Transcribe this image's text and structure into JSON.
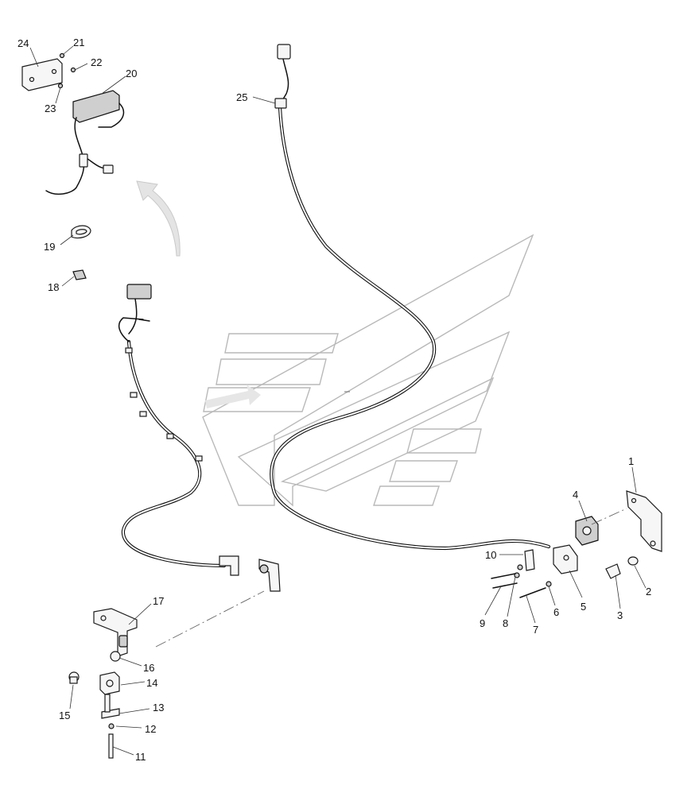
{
  "callouts": [
    {
      "id": "1",
      "label": "1"
    },
    {
      "id": "2",
      "label": "2"
    },
    {
      "id": "3",
      "label": "3"
    },
    {
      "id": "4",
      "label": "4"
    },
    {
      "id": "5",
      "label": "5"
    },
    {
      "id": "6",
      "label": "6"
    },
    {
      "id": "7",
      "label": "7"
    },
    {
      "id": "8",
      "label": "8"
    },
    {
      "id": "9",
      "label": "9"
    },
    {
      "id": "10",
      "label": "10"
    },
    {
      "id": "11",
      "label": "11"
    },
    {
      "id": "12",
      "label": "12"
    },
    {
      "id": "13",
      "label": "13"
    },
    {
      "id": "14",
      "label": "14"
    },
    {
      "id": "15",
      "label": "15"
    },
    {
      "id": "16",
      "label": "16"
    },
    {
      "id": "17",
      "label": "17"
    },
    {
      "id": "18",
      "label": "18"
    },
    {
      "id": "19",
      "label": "19"
    },
    {
      "id": "20",
      "label": "20"
    },
    {
      "id": "21",
      "label": "21"
    },
    {
      "id": "22",
      "label": "22"
    },
    {
      "id": "23",
      "label": "23"
    },
    {
      "id": "24",
      "label": "24"
    },
    {
      "id": "25",
      "label": "25"
    }
  ],
  "colors": {
    "line": "#111111",
    "watermark": "#b9b9b9",
    "background": "#ffffff"
  },
  "icons": {
    "watermark": "logo-watermark-icon",
    "direction_arrow": "curved-arrow-icon"
  }
}
